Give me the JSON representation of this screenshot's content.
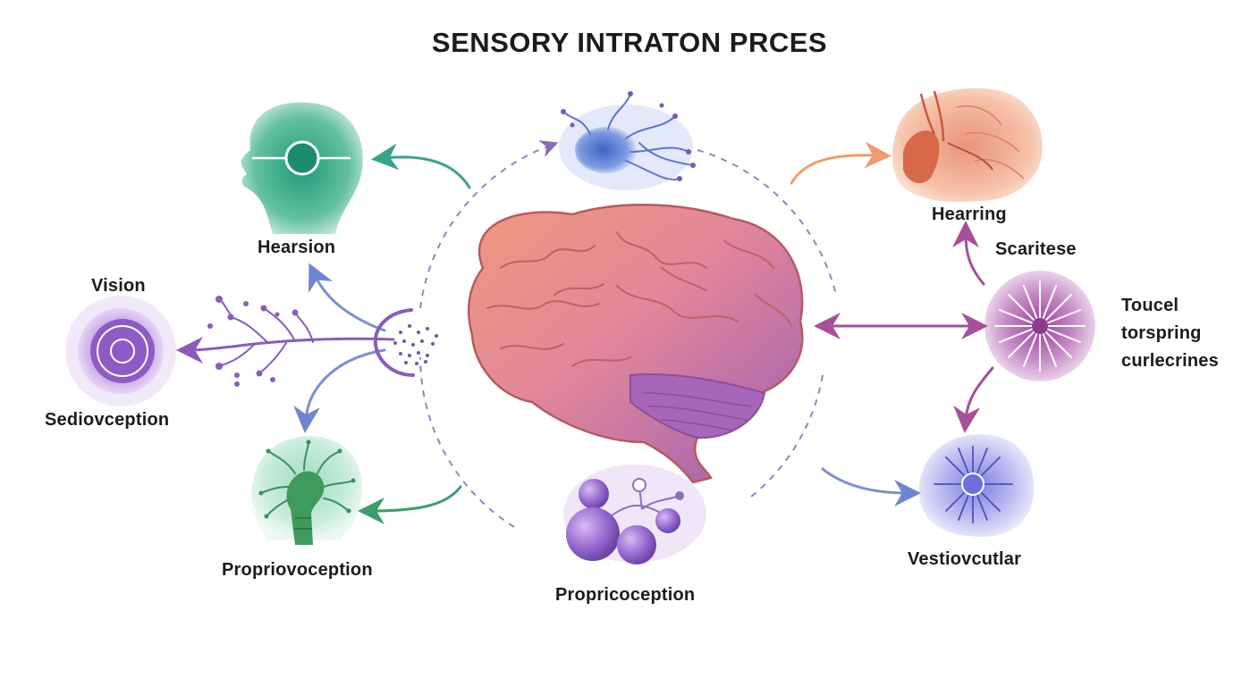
{
  "title": "SENSORY INTRATON PRCES",
  "labels": {
    "hearsion": "Hearsion",
    "vision": "Vision",
    "sediovception": "Sediovception",
    "proprio_left": "Propriovoception",
    "propri_center": "Propricoception",
    "hearring": "Hearring",
    "scaritese": "Scaritese",
    "touch_lines": [
      "Toucel",
      "torspring",
      "curlecrines"
    ],
    "vestio": "Vestiovcutlar"
  },
  "icons": {
    "head_top": "head-eye-icon",
    "vision": "eye-circle-icon",
    "neuron_top": "neuron-cluster-icon",
    "ear": "ear-anatomy-icon",
    "touch": "touch-receptor-icon",
    "vestibular": "vestibular-receptor-icon",
    "spheres": "molecule-spheres-icon",
    "head_bottom": "head-receptor-icon",
    "brain": "brain-icon",
    "branch": "nerve-branch-icon"
  },
  "colors": {
    "teal": "#3aa38b",
    "purple": "#8a5cb8",
    "magenta": "#a64f9a",
    "orange": "#ee9c6d",
    "blue": "#5b7fd0",
    "green": "#3d9e6c",
    "dash": "#9b7fc0"
  }
}
